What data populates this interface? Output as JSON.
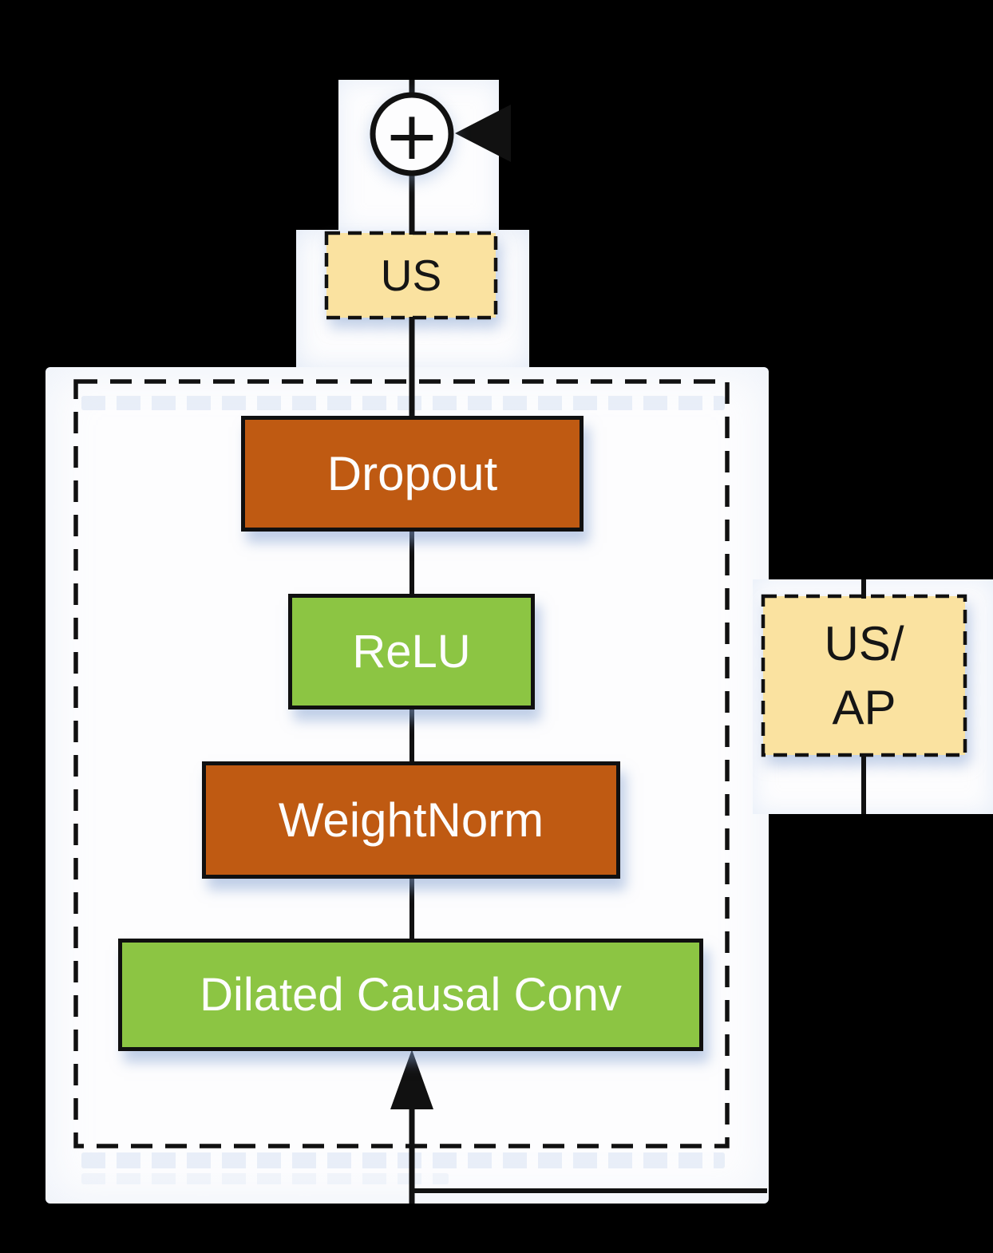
{
  "nodes": {
    "sum": {
      "symbol": "+"
    },
    "us": {
      "label": "US"
    },
    "dropout": {
      "label": "Dropout"
    },
    "relu": {
      "label": "ReLU"
    },
    "weightnorm": {
      "label": "WeightNorm"
    },
    "dilated_conv": {
      "label": "Dilated Causal Conv"
    },
    "us_ap": {
      "line1": "US/",
      "line2": "AP"
    }
  },
  "colors": {
    "background": "#000000",
    "canvas": "#fdfdfe",
    "orange": "#bf5a12",
    "green": "#8cc543",
    "tan": "#fae2a0",
    "line": "#111111",
    "boxtext": "#fdfdfd",
    "tantext": "#151515"
  }
}
